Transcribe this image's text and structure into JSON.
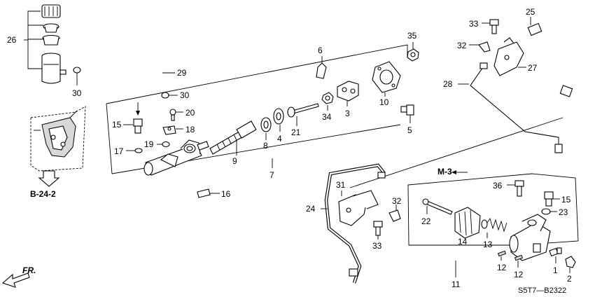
{
  "labels": {
    "p1": "1",
    "p2": "2",
    "p3": "3",
    "p4": "4",
    "p5": "5",
    "p6": "6",
    "p7": "7",
    "p8": "8",
    "p9": "9",
    "p10": "10",
    "p11": "11",
    "p12a": "12",
    "p12b": "12",
    "p13": "13",
    "p14": "14",
    "p15a": "15",
    "p15b": "15",
    "p16": "16",
    "p17": "17",
    "p18": "18",
    "p19": "19",
    "p20": "20",
    "p21": "21",
    "p22": "22",
    "p23": "23",
    "p24": "24",
    "p25": "25",
    "p26": "26",
    "p27": "27",
    "p28": "28",
    "p29": "29",
    "p30a": "30",
    "p30b": "30",
    "p31": "31",
    "p32a": "32",
    "p32b": "32",
    "p33a": "33",
    "p33b": "33",
    "p34": "34",
    "p35": "35",
    "p36": "36"
  },
  "refs": {
    "b24": "B-24-2",
    "m3": "M-3",
    "fr": "FR."
  },
  "diagram_code": "S5T7—B2322"
}
